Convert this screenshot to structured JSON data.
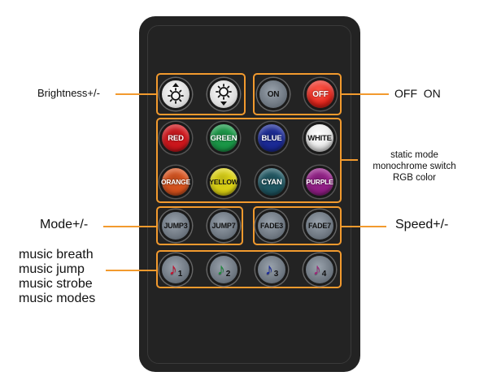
{
  "labels": {
    "brightness": "Brightness+/-",
    "off_on": "OFF  ON",
    "static_lines": [
      "static mode",
      "monochrome switch",
      "RGB color"
    ],
    "mode": "Mode+/-",
    "speed": "Speed+/-",
    "music_lines": [
      "music breath",
      "music jump",
      "music strobe",
      "music modes"
    ]
  },
  "buttons": {
    "power": [
      "ON",
      "OFF"
    ],
    "colors": [
      {
        "label": "RED",
        "color": "#d9161c"
      },
      {
        "label": "GREEN",
        "color": "#1aa04a"
      },
      {
        "label": "BLUE",
        "color": "#1b2b9e"
      },
      {
        "label": "WHITE",
        "color": "#f2f2f2"
      },
      {
        "label": "ORANGE",
        "color": "#e2561e"
      },
      {
        "label": "YELLOW",
        "color": "#e6dc14"
      },
      {
        "label": "CYAN",
        "color": "#1f5a66"
      },
      {
        "label": "PURPLE",
        "color": "#9a1f8e"
      }
    ],
    "modes": [
      "JUMP3",
      "JUMP7"
    ],
    "speeds": [
      "FADE3",
      "FADE7"
    ],
    "music": [
      {
        "num": "1",
        "color": "#c8102e"
      },
      {
        "num": "2",
        "color": "#1b8c3c"
      },
      {
        "num": "3",
        "color": "#1b2b9e"
      },
      {
        "num": "4",
        "color": "#a0287a"
      }
    ]
  },
  "colors": {
    "accent": "#f29a2e",
    "remote_body": "#232323"
  }
}
